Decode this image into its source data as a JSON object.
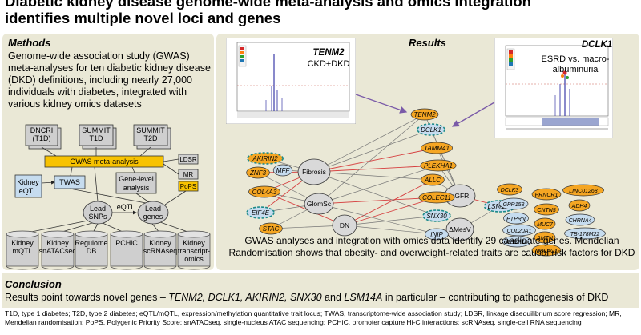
{
  "title": {
    "line1": "Diabetic kidney disease genome-wide meta-analysis and omics integration",
    "line2": "identifies multiple novel loci and genes"
  },
  "methods": {
    "header": "Methods",
    "text_lines": [
      "Genome-wide association study (GWAS)",
      "meta-analyses for ten diabetic kidney disease",
      "(DKD) definitions, including nearly 27,000",
      "individuals with diabetes, integrated with",
      "various kidney omics datasets"
    ],
    "cohorts": [
      {
        "line1": "DNCRI",
        "line2": "(T1D)"
      },
      {
        "line1": "SUMMIT",
        "line2": "T1D"
      },
      {
        "line1": "SUMMIT",
        "line2": "T2D"
      }
    ],
    "gwas_box": "GWAS meta-analysis",
    "side_boxes": [
      "LDSR",
      "MR",
      "PoPS"
    ],
    "kidney_eqtl": {
      "line1": "Kidney",
      "line2": "eQTL"
    },
    "twas": "TWAS",
    "gene_level": {
      "line1": "Gene-level",
      "line2": "analysis"
    },
    "lead_snps": {
      "line1": "Lead",
      "line2": "SNPs"
    },
    "lead_genes": {
      "line1": "Lead",
      "line2": "genes"
    },
    "eqtl_label": "eQTL",
    "databases": [
      {
        "line1": "Kidney",
        "line2": "mQTL",
        "line3": ""
      },
      {
        "line1": "Kidney",
        "line2": "snATACseq",
        "line3": ""
      },
      {
        "line1": "Regulome",
        "line2": "DB",
        "line3": ""
      },
      {
        "line1": "PCHiC",
        "line2": "",
        "line3": ""
      },
      {
        "line1": "Kidney",
        "line2": "scRNAseq",
        "line3": ""
      },
      {
        "line1": "Kidney",
        "line2": "transcript-",
        "line3": "omics"
      }
    ]
  },
  "results": {
    "header": "Results",
    "plot1": {
      "gene": "TENM2",
      "subtitle": "CKD+DKD"
    },
    "plot2": {
      "gene": "DCLK1",
      "line1": "ESRD vs. macro-",
      "line2": "albuminuria"
    },
    "hubs": [
      "Fibrosis",
      "GlomSc",
      "DN",
      "eGFR",
      "ΔMesV"
    ],
    "network_genes_left": [
      "MFF",
      "AKIRIN2",
      "ZNF3",
      "COL4A3",
      "EIF4E",
      "STAC"
    ],
    "network_genes_center": [
      "TENM2",
      "DCLK1",
      "TAMM41",
      "PLEKHA1",
      "ALLC",
      "COLEC11",
      "SNX30",
      "INIP"
    ],
    "network_gene_right_inner": "LSM14A",
    "right_genes": [
      "DCLK3",
      "PRNCR1",
      "LINC01268",
      "GPR158",
      "CNTN5",
      "ADH4",
      "PTPRN",
      "MUC7",
      "CHRNA4",
      "COL20A1",
      "AMTN",
      "TB-178M22",
      "RESP18",
      "MBLAC1"
    ],
    "summary_line1": "GWAS analyses and integration with omics data identify 29 candidate genes. Mendelian",
    "summary_line2": "Randomisation shows that obesity- and overweight-related traits are causal risk factors for DKD"
  },
  "conclusion": {
    "header": "Conclusion",
    "text_prefix": "Results point towards novel genes – ",
    "genes": "TENM2, DCLK1, AKIRIN2, SNX30",
    "and_word": " and ",
    "last_gene": "LSM14A",
    "text_suffix": " in particular – contributing to pathogenesis of DKD"
  },
  "footer": {
    "line1": "T1D, type 1 diabetes; T2D, type 2 diabetes; eQTL/mQTL, expression/methylation quantitative trait locus; TWAS, transcriptome-wide association study; LDSR, linkage disequilibrium score regression; MR,",
    "line2": "Mendelian randomisation; PoPS, Polygenic Priority Score; snATACseq, single-nucleus ATAC sequencing; PCHiC, promoter capture Hi-C interactions; scRNAseq, single-cell RNA sequencing"
  },
  "colors": {
    "panel_bg": "#eae8d6",
    "orange_node": "#f5a623",
    "blue_node": "#c6dcef",
    "gwas_yellow": "#f7c200",
    "db_gray": "#cfcfcf",
    "edge_red": "#d64040",
    "edge_gray": "#777777"
  }
}
